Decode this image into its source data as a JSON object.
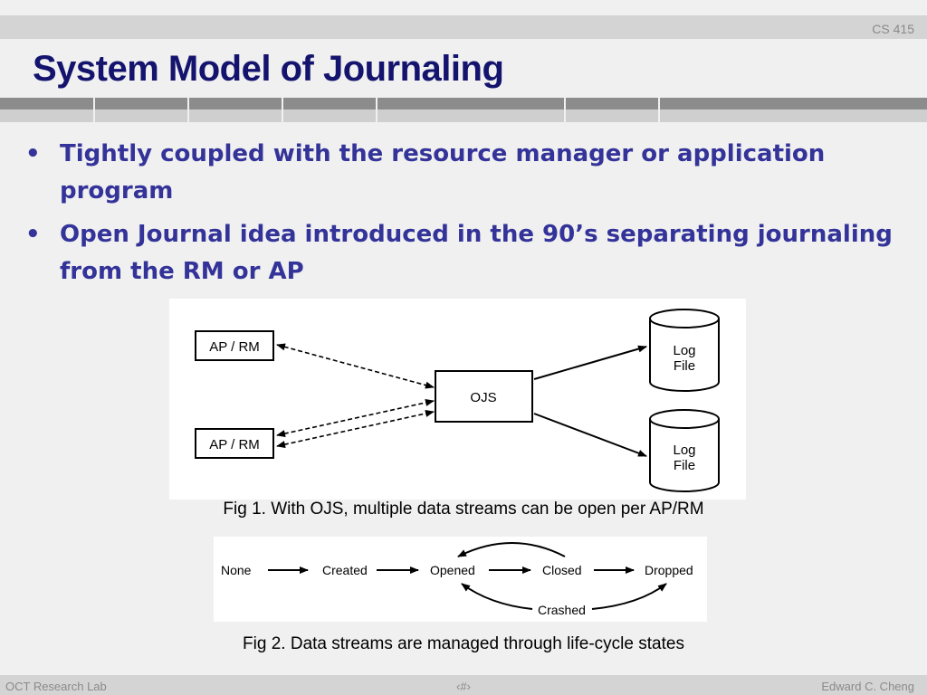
{
  "header": {
    "course": "CS 415"
  },
  "title": "System Model of Journaling",
  "bullets": [
    "Tightly coupled with the resource manager or application program",
    "Open Journal idea introduced in the 90’s separating journaling from the RM or AP"
  ],
  "bullet_symbol": "•",
  "figure1": {
    "box_top": "AP / RM",
    "box_bottom": "AP / RM",
    "center": "OJS",
    "log_top_line1": "Log",
    "log_top_line2": "File",
    "log_bottom_line1": "Log",
    "log_bottom_line2": "File",
    "caption": "Fig 1. With OJS, multiple data streams can be open per AP/RM"
  },
  "figure2": {
    "states": [
      "None",
      "Created",
      "Opened",
      "Closed",
      "Dropped"
    ],
    "crashed": "Crashed",
    "caption": "Fig 2. Data streams are managed through life-cycle states"
  },
  "footer": {
    "left": "OCT Research Lab",
    "page": "‹#›",
    "right": "Edward C. Cheng"
  }
}
